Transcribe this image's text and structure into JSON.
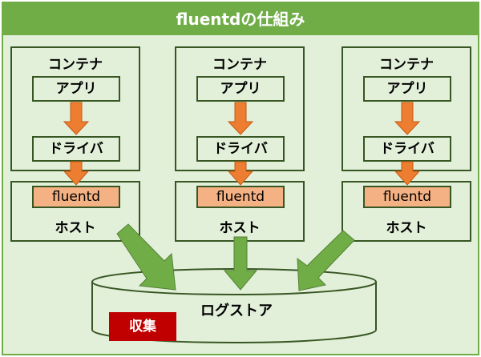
{
  "title": "fluentdの仕組み",
  "colors": {
    "frame": "#70ad47",
    "fill": "#e2efd9",
    "fluentd": "#f4b183",
    "arrow_orange": "#ed7d31",
    "stamp": "#c00000"
  },
  "columns": [
    {
      "container_label": "コンテナ",
      "app_label": "アプリ",
      "driver_label": "ドライバ",
      "fluentd_label": "fluentd",
      "host_label": "ホスト"
    },
    {
      "container_label": "コンテナ",
      "app_label": "アプリ",
      "driver_label": "ドライバ",
      "fluentd_label": "fluentd",
      "host_label": "ホスト"
    },
    {
      "container_label": "コンテナ",
      "app_label": "アプリ",
      "driver_label": "ドライバ",
      "fluentd_label": "fluentd",
      "host_label": "ホスト"
    }
  ],
  "log_store_label": "ログストア",
  "collect_label": "収集"
}
